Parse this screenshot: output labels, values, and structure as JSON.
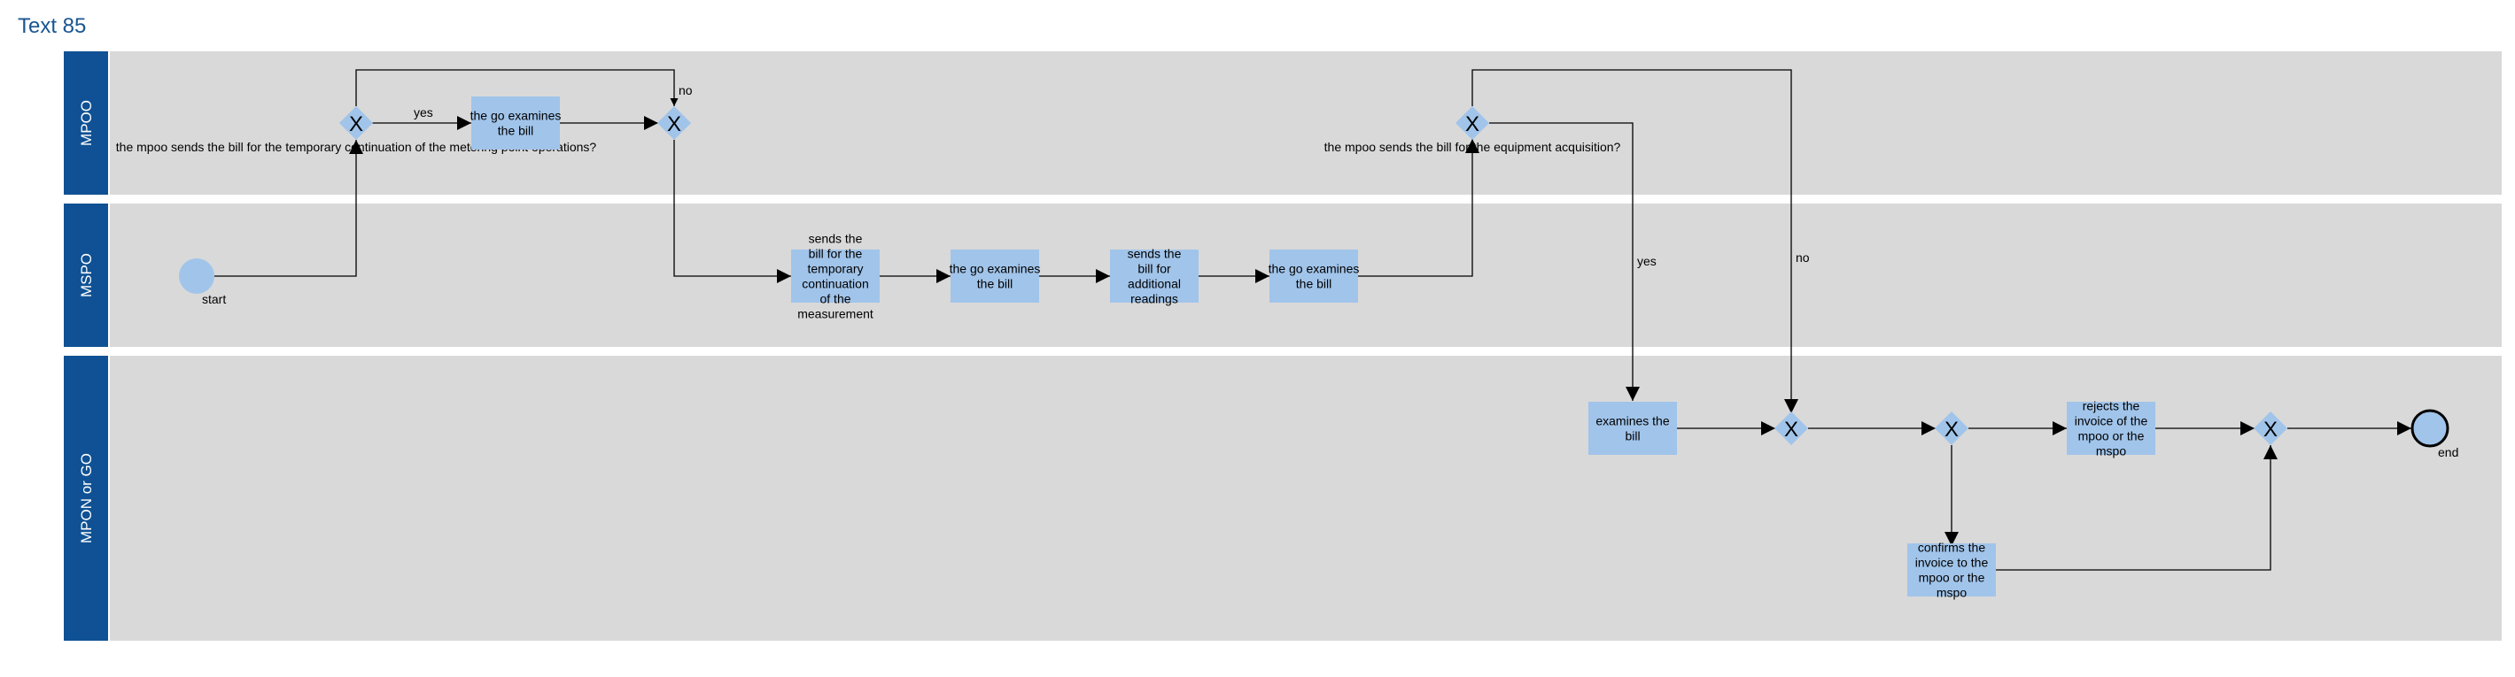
{
  "title": "Text 85",
  "lanes": [
    "MPOO",
    "MSPO",
    "MPON or GO"
  ],
  "tasks": {
    "t1": "the go examines the bill",
    "t2": "sends the bill for the temporary continuation of the measurement",
    "t3": "the go examines the bill",
    "t4": "sends the bill for additional readings",
    "t5": "the go examines the bill",
    "t6": "examines the bill",
    "t7": "rejects the invoice of the mpoo or the mspo",
    "t8": "confirms the invoice to the mpoo or the mspo"
  },
  "gateways": {
    "marker": "X",
    "g1_question": "the mpoo sends the bill for the temporary continuation of the metering point operations?",
    "g3_question": "the mpoo sends the bill for the equipment acquisition?"
  },
  "events": {
    "start": "start",
    "end": "end"
  },
  "edges": {
    "g1_yes": "yes",
    "g1_no": "no",
    "g3_yes": "yes",
    "g3_no": "no"
  },
  "colors": {
    "lane_header": "#0f5194",
    "lane_bg": "#d9d9d9",
    "task_fill": "#a1c4ea",
    "title": "#1a5592"
  }
}
